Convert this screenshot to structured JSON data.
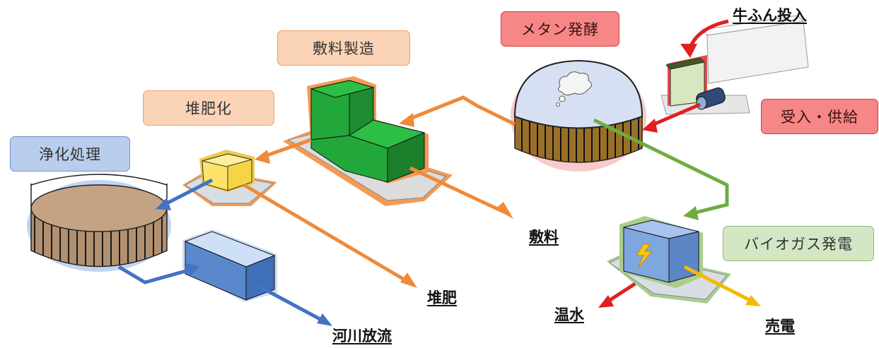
{
  "labels": {
    "methane": "メタン発酵",
    "bedding_making": "敷料製造",
    "composting": "堆肥化",
    "purification": "浄化処理",
    "receive_supply": "受入・供給",
    "biogas_power": "バイオガス発電"
  },
  "outputs": {
    "manure_input": "牛ふん投入",
    "bedding": "敷料",
    "compost": "堆肥",
    "river": "河川放流",
    "hot_water": "温水",
    "sell_power": "売電"
  },
  "colors": {
    "orange_flow": "#ef8a3a",
    "green_flow": "#6fac3f",
    "blue_flow": "#4472c4",
    "red_flow": "#e02020",
    "yellow_flow": "#f5b800"
  }
}
